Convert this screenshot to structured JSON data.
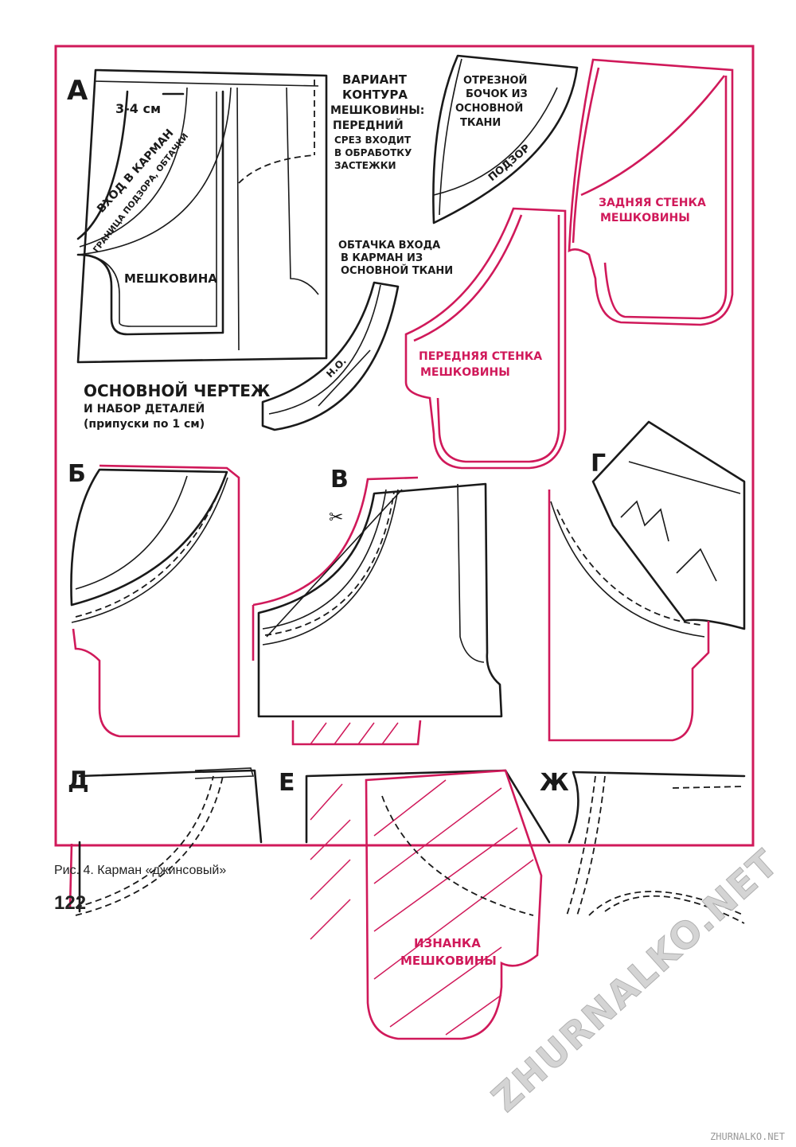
{
  "figure": {
    "panels": {
      "a": "А",
      "b": "Б",
      "v": "В",
      "g": "Г",
      "d": "Д",
      "e": "Е",
      "zh": "Ж"
    },
    "a_labels": {
      "size": "3-4 см",
      "entry": "ВХОД В КАРМАН",
      "border": "ГРАНИЦА ПОДЗОРА, ОБТАЧКИ",
      "pocketing": "МЕШКОВИНА",
      "variant": [
        "ВАРИАНТ",
        "КОНТУРА",
        "МЕШКОВИНЫ:",
        "ПЕРЕДНИЙ",
        "СРЕЗ ВХОДИТ",
        "В ОБРАБОТКУ",
        "ЗАСТЕЖКИ"
      ],
      "side_piece": [
        "ОТРЕЗНОЙ",
        "БОЧОК ИЗ",
        "ОСНОВНОЙ",
        "ТКАНИ"
      ],
      "podzor": "ПОДЗОР",
      "facing": [
        "ОБТАЧКА ВХОДА",
        "В КАРМАН ИЗ",
        "ОСНОВНОЙ ТКАНИ"
      ],
      "grain": "Н.О.",
      "back_wall": [
        "ЗАДНЯЯ СТЕНКА",
        "МЕШКОВИНЫ"
      ],
      "front_wall": [
        "ПЕРЕДНЯЯ СТЕНКА",
        "МЕШКОВИНЫ"
      ],
      "main_title": "ОСНОВНОЙ ЧЕРТЕЖ",
      "sub1": "И НАБОР ДЕТАЛЕЙ",
      "sub2": "(припуски по 1 см)"
    },
    "e_labels": [
      "ИЗНАНКА",
      "МЕШКОВИНЫ"
    ],
    "colors": {
      "frame": "#d0195a",
      "ink": "#1a1a1a"
    }
  },
  "caption": "Рис. 4. Карман «джинсовый»",
  "page_number": "122",
  "watermark": "ZHURNALKO.NET",
  "watermark_small": "ZHURNALKO.NET"
}
